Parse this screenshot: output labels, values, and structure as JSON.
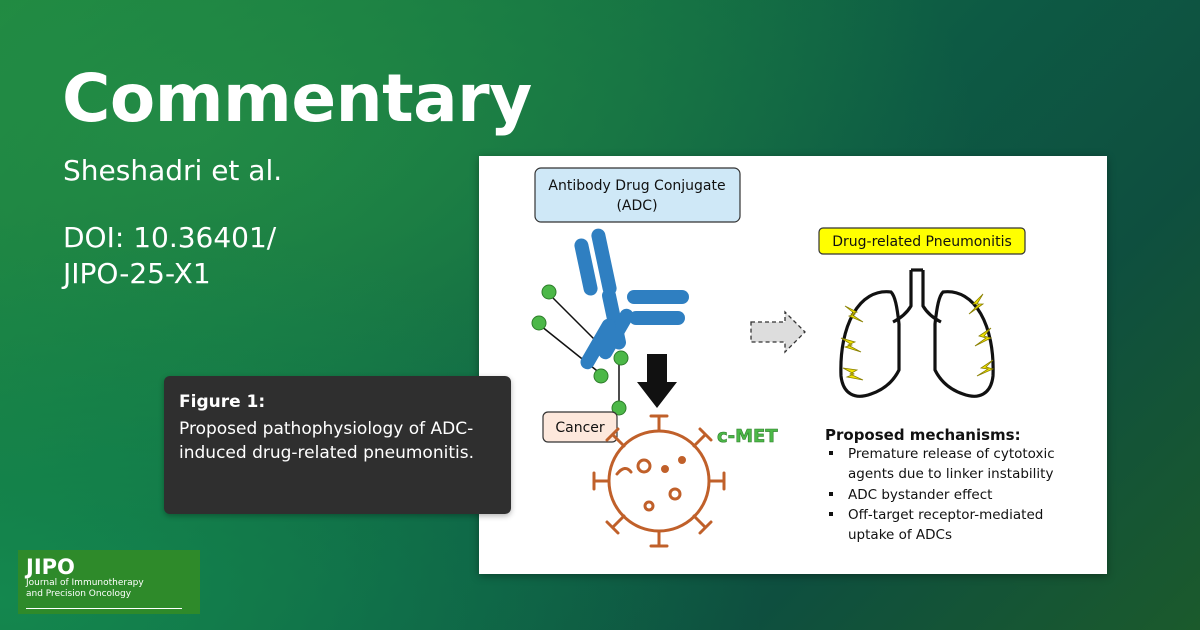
{
  "header": {
    "title": "Commentary",
    "authors": "Sheshadri et al.",
    "doi_line1": "DOI: 10.36401/",
    "doi_line2": "JIPO-25-X1"
  },
  "figure": {
    "adc_label_line1": "Antibody Drug Conjugate",
    "adc_label_line2": "(ADC)",
    "pneumonitis_label": "Drug-related Pneumonitis",
    "cancer_label": "Cancer",
    "cmet_label": "c-MET",
    "mechanisms_title": "Proposed mechanisms:",
    "mechanisms": [
      {
        "line1": "Premature release of cytotoxic",
        "line2": "agents due to linker instability"
      },
      {
        "line1": "ADC bystander effect",
        "line2": ""
      },
      {
        "line1": "Off-target receptor-mediated",
        "line2": "uptake of ADCs"
      }
    ],
    "colors": {
      "adc_box": "#cfe8f7",
      "pneumonitis_box": "#ffff00",
      "cancer_box": "#fde8dc",
      "antibody": "#2f7fc1",
      "payload": "#4cb848",
      "cancer_cell": "#c0602a",
      "cmet": "#4cb848",
      "lightning": "#f2e400"
    }
  },
  "caption": {
    "title": "Figure 1:",
    "text": "Proposed pathophysiology of ADC-induced drug-related pneumonitis."
  },
  "logo": {
    "mark": "JIPO",
    "line1": "Journal of Immunotherapy",
    "line2": "and Precision Oncology"
  }
}
